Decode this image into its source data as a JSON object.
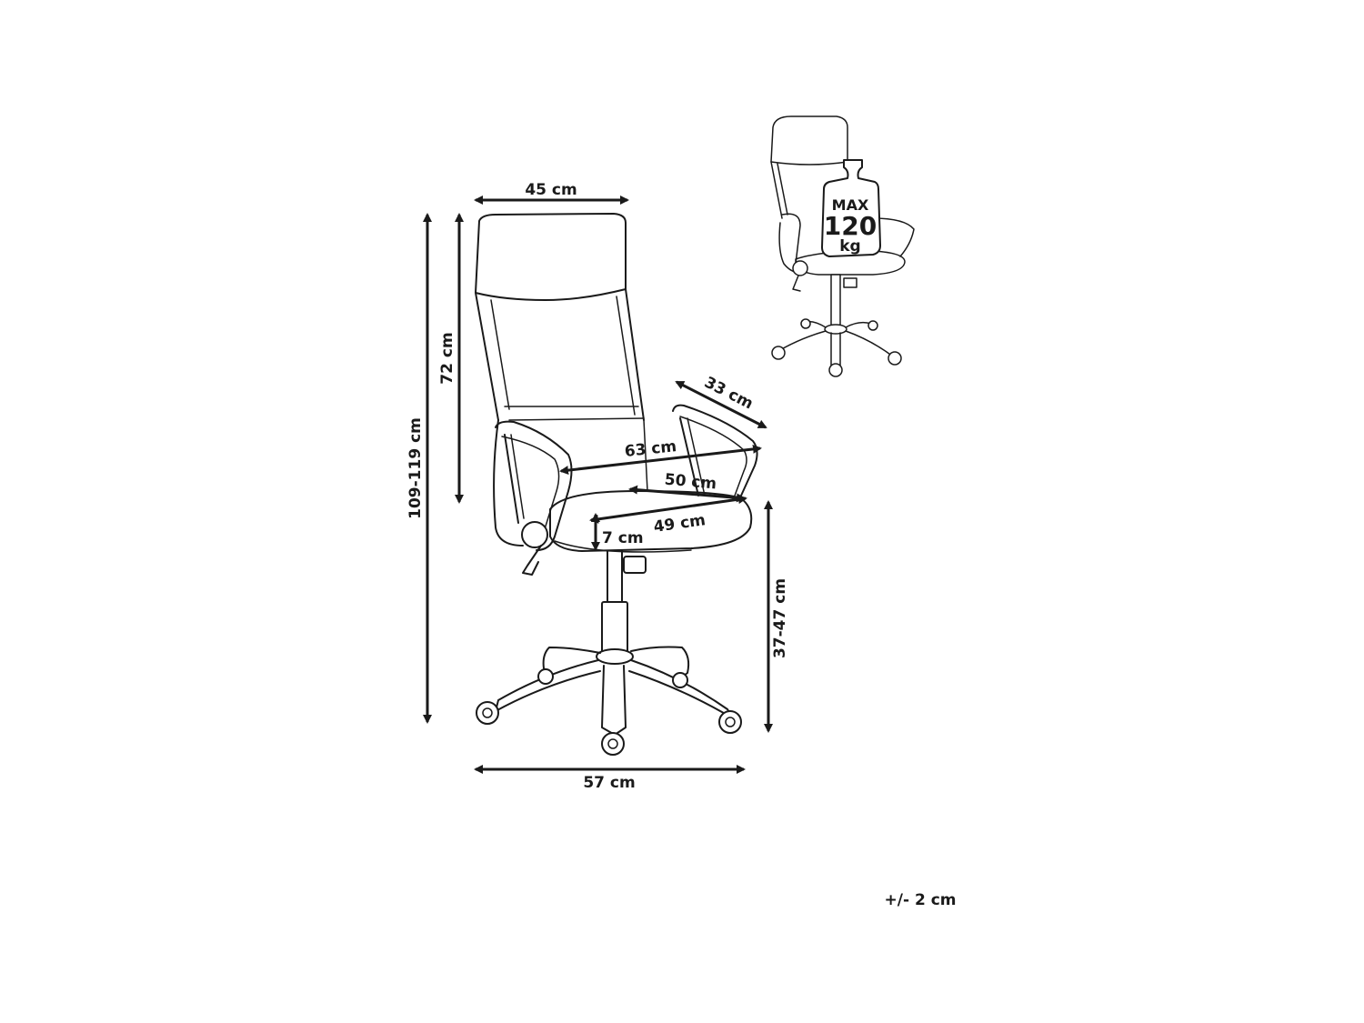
{
  "dimensions": {
    "headrest_width": "45 cm",
    "total_height": "109-119 cm",
    "backrest_height": "72 cm",
    "armrest_depth": "33 cm",
    "armrest_span": "63 cm",
    "seat_width": "50 cm",
    "seat_depth": "49 cm",
    "seat_thickness": "7 cm",
    "seat_height": "37-47 cm",
    "base_width": "57 cm"
  },
  "max_load": {
    "line1": "MAX",
    "line2": "120",
    "line3": "kg"
  },
  "tolerance": "+/- 2 cm",
  "colors": {
    "line": "#1a1a1a",
    "background": "#ffffff"
  }
}
